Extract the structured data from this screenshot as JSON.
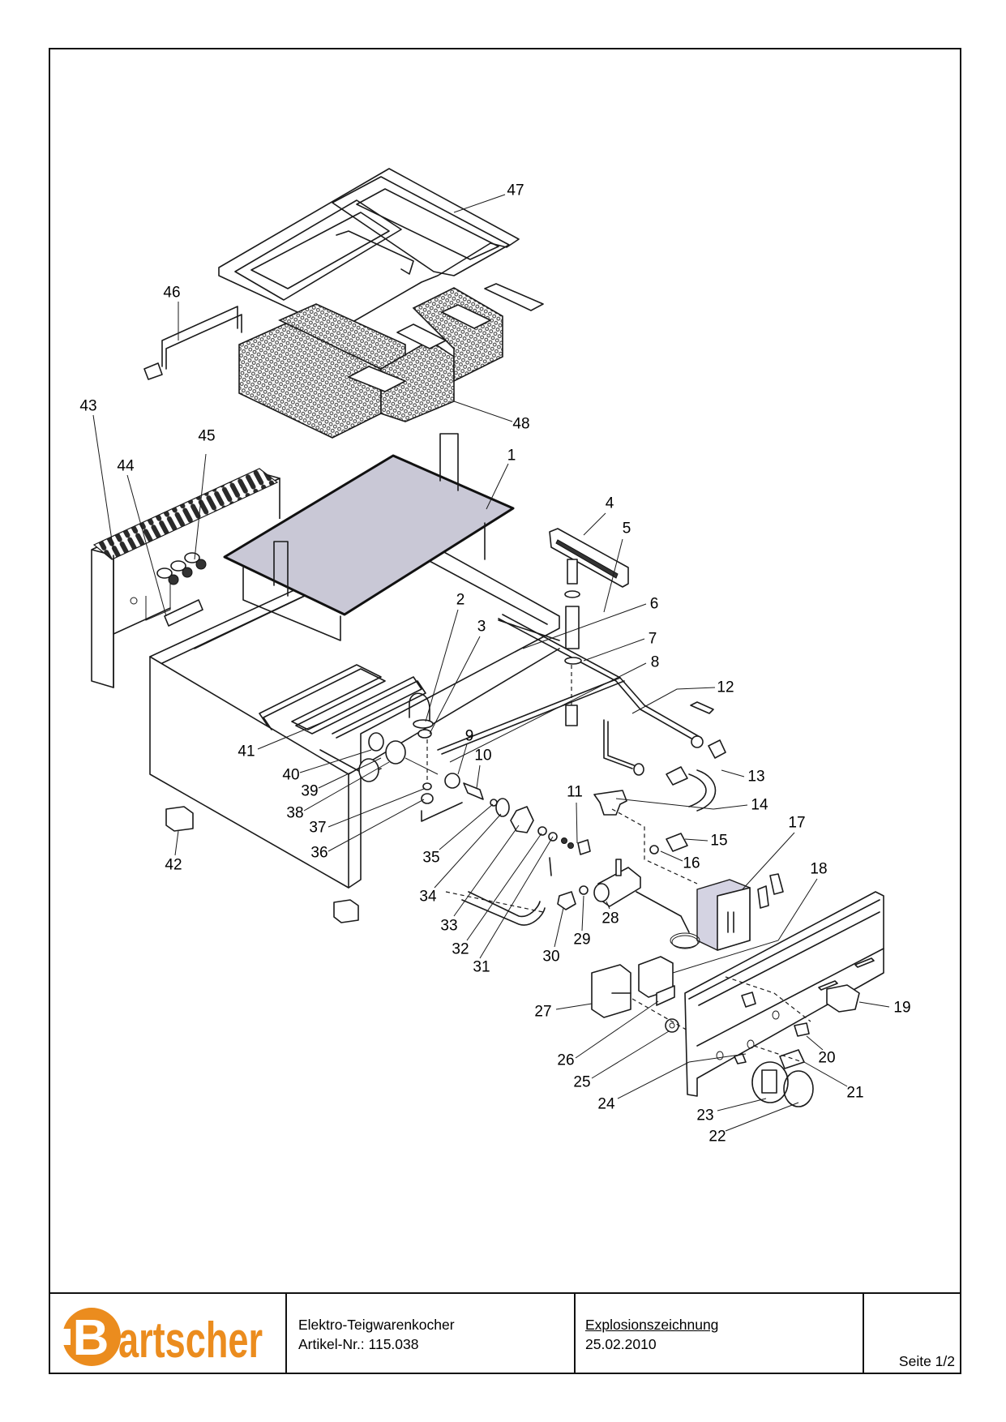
{
  "document": {
    "type": "exploded-view parts drawing",
    "brand": "Bartscher",
    "brand_color": "#EB8C1E",
    "tray_color": "#C9C8D6"
  },
  "title_block": {
    "logo_letter": "B",
    "logo_text": "artscher",
    "product_name": "Elektro-Teigwarenkocher",
    "article_number": "Artikel-Nr.: 115.038",
    "document_type": "Explosionszeichnung",
    "date": "25.02.2010",
    "page": "Seite 1/2"
  },
  "callouts": [
    {
      "id": "1",
      "label": "1"
    },
    {
      "id": "2",
      "label": "2"
    },
    {
      "id": "3",
      "label": "3"
    },
    {
      "id": "4",
      "label": "4"
    },
    {
      "id": "5",
      "label": "5"
    },
    {
      "id": "6",
      "label": "6"
    },
    {
      "id": "7",
      "label": "7"
    },
    {
      "id": "8",
      "label": "8"
    },
    {
      "id": "9",
      "label": "9"
    },
    {
      "id": "10",
      "label": "10"
    },
    {
      "id": "11",
      "label": "11"
    },
    {
      "id": "12",
      "label": "12"
    },
    {
      "id": "13",
      "label": "13"
    },
    {
      "id": "14",
      "label": "14"
    },
    {
      "id": "15",
      "label": "15"
    },
    {
      "id": "16",
      "label": "16"
    },
    {
      "id": "17",
      "label": "17"
    },
    {
      "id": "18",
      "label": "18"
    },
    {
      "id": "19",
      "label": "19"
    },
    {
      "id": "20",
      "label": "20"
    },
    {
      "id": "21",
      "label": "21"
    },
    {
      "id": "22",
      "label": "22"
    },
    {
      "id": "23",
      "label": "23"
    },
    {
      "id": "24",
      "label": "24"
    },
    {
      "id": "25",
      "label": "25"
    },
    {
      "id": "26",
      "label": "26"
    },
    {
      "id": "27",
      "label": "27"
    },
    {
      "id": "28",
      "label": "28"
    },
    {
      "id": "29",
      "label": "29"
    },
    {
      "id": "30",
      "label": "30"
    },
    {
      "id": "31",
      "label": "31"
    },
    {
      "id": "32",
      "label": "32"
    },
    {
      "id": "33",
      "label": "33"
    },
    {
      "id": "34",
      "label": "34"
    },
    {
      "id": "35",
      "label": "35"
    },
    {
      "id": "36",
      "label": "36"
    },
    {
      "id": "37",
      "label": "37"
    },
    {
      "id": "38",
      "label": "38"
    },
    {
      "id": "39",
      "label": "39"
    },
    {
      "id": "40",
      "label": "40"
    },
    {
      "id": "41",
      "label": "41"
    },
    {
      "id": "42",
      "label": "42"
    },
    {
      "id": "43",
      "label": "43"
    },
    {
      "id": "44",
      "label": "44"
    },
    {
      "id": "45",
      "label": "45"
    },
    {
      "id": "46",
      "label": "46"
    },
    {
      "id": "47",
      "label": "47"
    },
    {
      "id": "48",
      "label": "48"
    }
  ]
}
